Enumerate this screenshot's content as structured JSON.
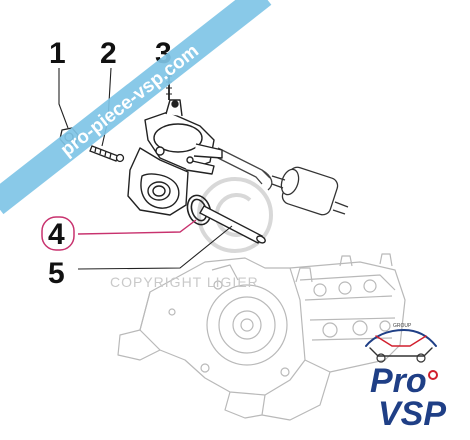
{
  "callouts": [
    {
      "id": "1",
      "label": "1"
    },
    {
      "id": "2",
      "label": "2"
    },
    {
      "id": "3",
      "label": "3"
    },
    {
      "id": "4",
      "label": "4"
    },
    {
      "id": "5",
      "label": "5"
    }
  ],
  "highlighted_callout": "4",
  "watermark": {
    "text": "COPYRIGHT LIGIER"
  },
  "banner": {
    "text": "pro-piece-vsp.com"
  },
  "logo": {
    "line1": "Pro",
    "line2": "VSP",
    "tag": "GROUP"
  },
  "colors": {
    "banner": "#7fc4e6",
    "highlight": "#c8326e",
    "logo_blue": "#1f3f86",
    "logo_red": "#d11f2d",
    "line": "#222222",
    "engine_line": "#b9b9b9"
  }
}
